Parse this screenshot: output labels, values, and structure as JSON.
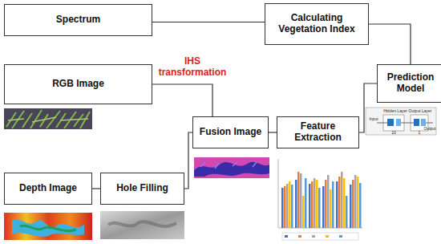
{
  "diagram": {
    "nodes": [
      {
        "text": [
          "Spectrum"
        ]
      },
      {
        "text": [
          "Calculating Vegetation Index"
        ]
      },
      {
        "text": [
          "RGB Image"
        ]
      },
      {
        "text": [
          "Prediction Model"
        ]
      },
      {
        "text": [
          "Fusion Image"
        ]
      },
      {
        "text": [
          "Feature Extraction"
        ]
      },
      {
        "text": [
          "Depth Image"
        ]
      },
      {
        "text": [
          "Hole Filling"
        ]
      }
    ],
    "edges": [
      {
        "from": 0,
        "to": 1,
        "arrow": "none"
      },
      {
        "from": 1,
        "to": 3,
        "arrow": "none"
      },
      {
        "from": 2,
        "to": 4,
        "arrow": "none"
      },
      {
        "from": 6,
        "to": 7,
        "arrow": "none"
      },
      {
        "from": 7,
        "to": 4,
        "arrow": "none"
      },
      {
        "from": 4,
        "to": 5,
        "arrow": "none"
      },
      {
        "from": 5,
        "to": 3,
        "arrow": "none"
      }
    ],
    "labels": [
      "IHS transformation",
      "Hidden Layer",
      "Output Layer",
      "Input",
      "Output",
      "10",
      "1"
    ]
  }
}
